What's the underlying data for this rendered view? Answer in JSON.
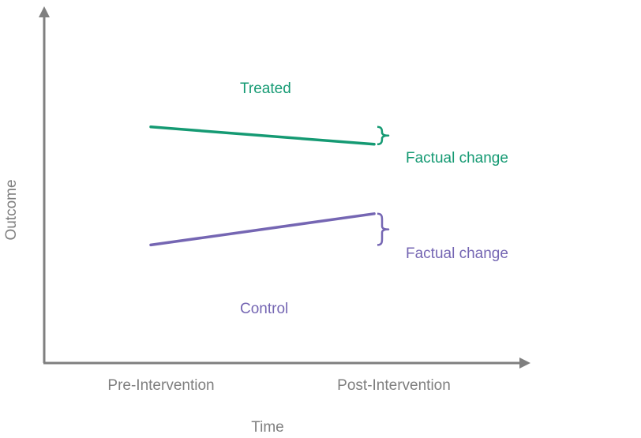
{
  "colors": {
    "treated": "#159a73",
    "control": "#7566b3",
    "axis": "#7f7f7f"
  },
  "axes": {
    "x_label": "Time",
    "y_label": "Outcome",
    "x_ticks": [
      "Pre-Intervention",
      "Post-Intervention"
    ]
  },
  "chart_data": {
    "type": "line",
    "categories": [
      "Pre-Intervention",
      "Post-Intervention"
    ],
    "series": [
      {
        "name": "Treated",
        "values": [
          0.68,
          0.63
        ]
      },
      {
        "name": "Control",
        "values": [
          0.34,
          0.43
        ]
      }
    ],
    "annotations": {
      "treated_change": "Factual change",
      "control_change": "Factual change"
    }
  }
}
